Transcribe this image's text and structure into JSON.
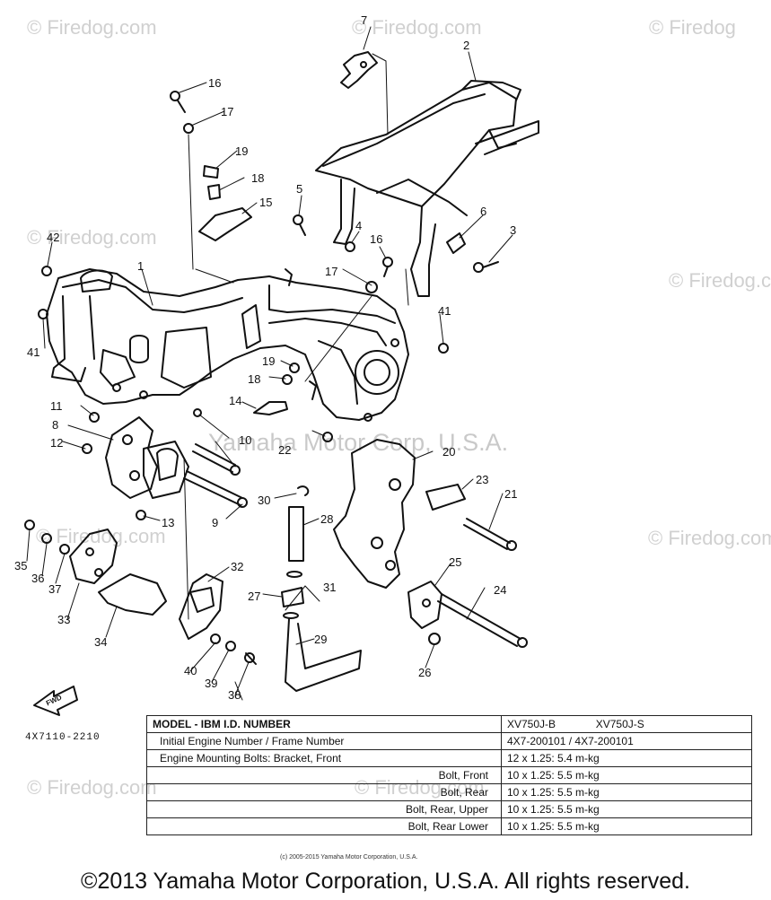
{
  "watermarks": [
    "© Firedog.com",
    "© Firedog.com",
    "© Firedog",
    "© Firedog.com",
    "© Firedog.com",
    "© Firedog.com",
    "© Firedog.com",
    "© Firedog.com",
    "© Firedog.com"
  ],
  "center_watermark": "Yamaha Motor Corp, U.S.A.",
  "callouts": [
    "1",
    "2",
    "3",
    "4",
    "5",
    "6",
    "7",
    "8",
    "9",
    "10",
    "11",
    "12",
    "13",
    "14",
    "15",
    "16",
    "16",
    "17",
    "17",
    "18",
    "18",
    "19",
    "19",
    "20",
    "21",
    "22",
    "23",
    "24",
    "25",
    "26",
    "27",
    "28",
    "29",
    "30",
    "31",
    "32",
    "33",
    "34",
    "35",
    "36",
    "37",
    "38",
    "39",
    "40",
    "41",
    "41",
    "42"
  ],
  "part_code": "4X7110-2210",
  "fwd_label": "FWD",
  "spec_table": {
    "header": {
      "label": "MODEL - IBM I.D. NUMBER",
      "model_b": "XV750J-B",
      "model_s": "XV750J-S"
    },
    "serial": {
      "label": "Initial Engine Number / Frame Number",
      "value": "4X7-200101 / 4X7-200101"
    },
    "rows": [
      {
        "label": "Engine Mounting Bolts: Bracket, Front",
        "value": "12 x 1.25: 5.4 m-kg"
      },
      {
        "label": "Bolt, Front",
        "value": "10 x 1.25: 5.5 m-kg"
      },
      {
        "label": "Bolt, Rear",
        "value": "10 x 1.25: 5.5 m-kg"
      },
      {
        "label": "Bolt, Rear, Upper",
        "value": "10 x 1.25: 5.5 m-kg"
      },
      {
        "label": "Bolt, Rear Lower",
        "value": "10 x 1.25: 5.5 m-kg"
      }
    ]
  },
  "small_copyright": "(c) 2005-2015 Yamaha Motor Corporation, U.S.A.",
  "copyright": "©2013 Yamaha Motor Corporation, U.S.A. All rights reserved."
}
